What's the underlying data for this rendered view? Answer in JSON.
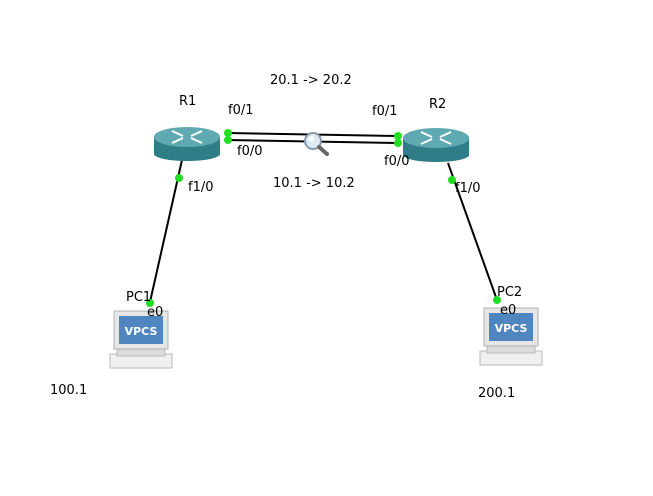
{
  "colors": {
    "link": "#000000",
    "port_up": "#22dd22",
    "router_top": "#5fa9b1",
    "router_side": "#2f7d86",
    "pc_screen": "#4f86bf",
    "pc_body": "#e3e3e3"
  },
  "routers": [
    {
      "name": "R1"
    },
    {
      "name": "R2"
    }
  ],
  "pcs": [
    {
      "name": "PC1",
      "screen_text": "VPCS"
    },
    {
      "name": "PC2",
      "screen_text": "VPCS"
    }
  ],
  "interfaces": {
    "r1_f0_1": "f0/1",
    "r1_f0_0": "f0/0",
    "r1_f1_0": "f1/0",
    "r2_f0_1": "f0/1",
    "r2_f0_0": "f0/0",
    "r2_f1_0": "f1/0",
    "pc1_e0": "e0",
    "pc2_e0": "e0"
  },
  "notes": {
    "link_20": "20.1 -> 20.2",
    "link_10": "10.1 -> 10.2",
    "pc1_ip": "100.1",
    "pc2_ip": "200.1"
  },
  "icons": {
    "capture": "magnifier-capture-icon",
    "router": "router-icon",
    "pc": "vpcs-computer-icon"
  }
}
